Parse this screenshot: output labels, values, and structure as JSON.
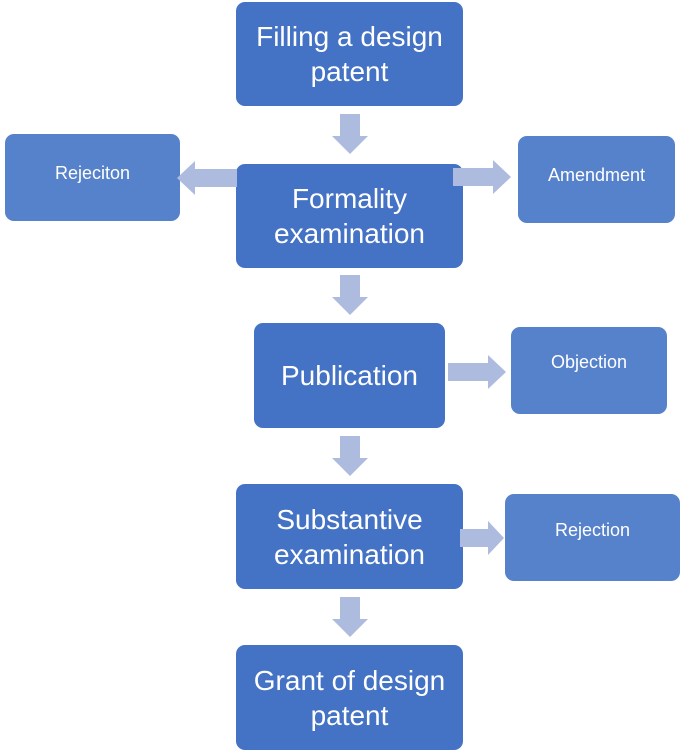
{
  "colors": {
    "main_box": "#4472c4",
    "side_box": "#5681cb",
    "arrow": "#adbbdf",
    "text": "#ffffff"
  },
  "nodes": {
    "filling": "Filling a design patent",
    "formality": "Formality examination",
    "publication": "Publication",
    "substantive": "Substantive examination",
    "grant": "Grant of design patent",
    "rejection_formality": "Rejeciton",
    "amendment": "Amendment",
    "objection": "Objection",
    "rejection_substantive": "Rejection"
  },
  "edges": [
    {
      "from": "filling",
      "to": "formality"
    },
    {
      "from": "formality",
      "to": "rejection_formality"
    },
    {
      "from": "formality",
      "to": "amendment"
    },
    {
      "from": "formality",
      "to": "publication"
    },
    {
      "from": "publication",
      "to": "objection"
    },
    {
      "from": "publication",
      "to": "substantive"
    },
    {
      "from": "substantive",
      "to": "rejection_substantive"
    },
    {
      "from": "substantive",
      "to": "grant"
    }
  ]
}
